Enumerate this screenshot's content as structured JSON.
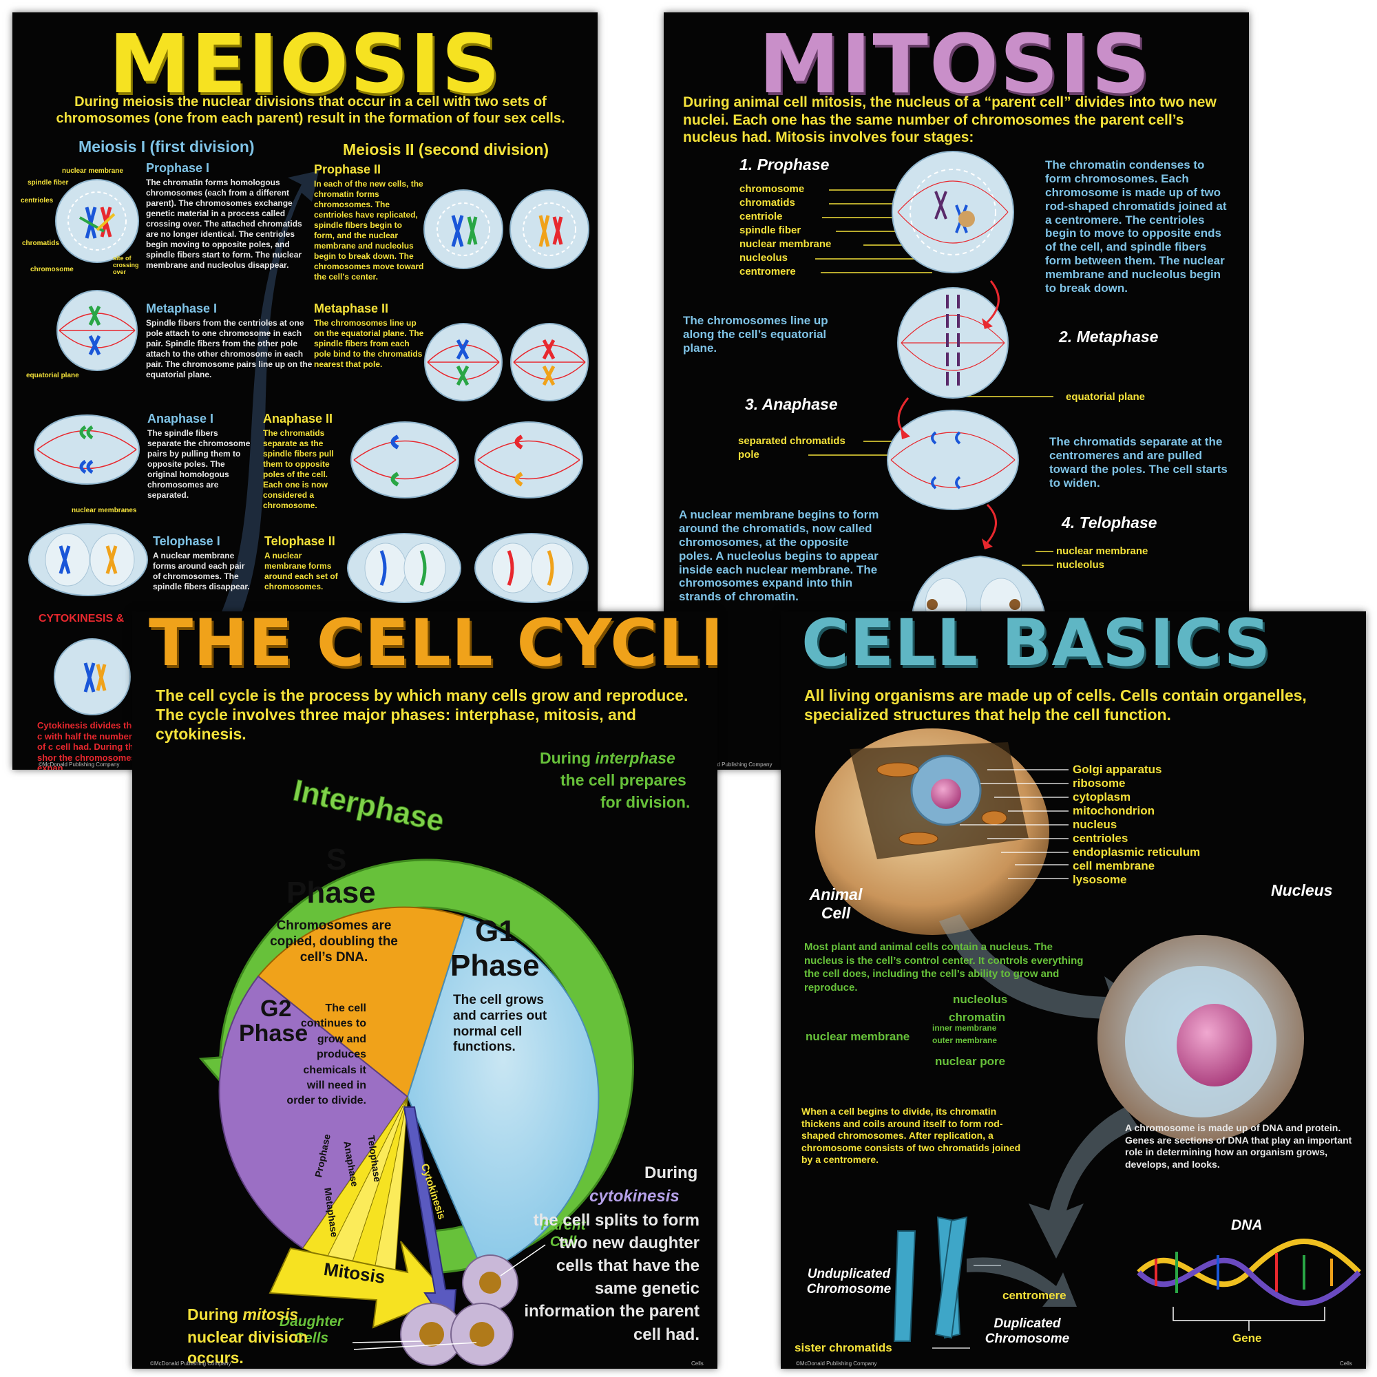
{
  "meiosis": {
    "title": "MEIOSIS",
    "intro": "During meiosis the nuclear divisions that occur in a cell with two sets of chromosomes (one from each parent) result in the formation of four sex cells.",
    "meiosis1_heading": "Meiosis I (first division)",
    "meiosis2_heading": "Meiosis II (second division)",
    "labels": {
      "nuclear_membrane": "nuclear membrane",
      "spindle_fiber": "spindle fiber",
      "centrioles": "centrioles",
      "chromatids": "chromatids",
      "chromosome": "chromosome",
      "site": "site of crossing over",
      "equatorial_plane": "equatorial plane",
      "nuclear_membranes": "nuclear membranes"
    },
    "stages": {
      "prophase1": {
        "name": "Prophase I",
        "text": "The chromatin forms homologous chromosomes (each from a different parent). The chromosomes exchange genetic material in a process called crossing over. The attached chromatids are no longer identical. The centrioles begin moving to opposite poles, and spindle fibers start to form. The nuclear membrane and nucleolus disappear."
      },
      "prophase2": {
        "name": "Prophase II",
        "text": "In each of the new cells, the chromatin forms chromosomes. The centrioles have replicated, spindle fibers begin to form, and the nuclear membrane and nucleolus begin to break down. The chromosomes move toward the cell's center."
      },
      "metaphase1": {
        "name": "Metaphase I",
        "text": "Spindle fibers from the centrioles at one pole attach to one chromosome in each pair. Spindle fibers from the other pole attach to the other chromosome in each pair. The chromosome pairs line up on the equatorial plane."
      },
      "metaphase2": {
        "name": "Metaphase II",
        "text": "The chromosomes line up on the equatorial plane. The spindle fibers from each pole bind to the chromatids nearest that pole."
      },
      "anaphase1": {
        "name": "Anaphase I",
        "text": "The spindle fibers separate the chromosome pairs by pulling them to opposite poles. The original homologous chromosomes are separated."
      },
      "anaphase2": {
        "name": "Anaphase II",
        "text": "The chromatids separate as the spindle fibers pull them to opposite poles of the cell. Each one is now considered a chromosome."
      },
      "telophase1": {
        "name": "Telophase I",
        "text": "A nuclear membrane forms around each pair of chromosomes. The spindle fibers disappear."
      },
      "telophase2": {
        "name": "Telophase II",
        "text": "A nuclear membrane forms around each set of chromosomes."
      }
    },
    "cytokinesis_heading": "CYTOKINESIS &",
    "cytokinesis_text": "Cytokinesis divides the c with half the number of c cell had. During the shor the chromosomes expan",
    "footer": "©McDonald Publishing Company"
  },
  "mitosis": {
    "title": "MITOSIS",
    "intro": "During animal cell mitosis, the nucleus of a “parent cell” divides into two new nuclei. Each one has the same number of chromosomes the parent cell’s nucleus had. Mitosis involves four stages:",
    "prophase": {
      "name": "1. Prophase",
      "labels": [
        "chromosome",
        "chromatids",
        "centriole",
        "spindle fiber",
        "nuclear membrane",
        "nucleolus",
        "centromere"
      ],
      "text": "The chromatin condenses to form chromosomes. Each chromosome is made up of two rod-shaped chromatids joined at a centromere. The centrioles begin to move to opposite ends of the cell, and spindle fibers form between them. The nuclear membrane and nucleolus begin to break down."
    },
    "metaphase": {
      "name": "2. Metaphase",
      "text": "The chromosomes line up along the cell’s equatorial plane.",
      "label": "equatorial plane"
    },
    "anaphase": {
      "name": "3. Anaphase",
      "labels": [
        "separated chromatids",
        "pole"
      ],
      "text": "The chromatids separate at the centromeres and are pulled toward the poles. The cell starts to widen."
    },
    "telophase": {
      "name": "4. Telophase",
      "labels": [
        "nuclear membrane",
        "nucleolus"
      ],
      "text": "A nuclear membrane begins to form around the chromatids, now called chromosomes, at the opposite poles. A nucleolus begins to appear inside each nuclear membrane. The chromosomes expand into thin strands of chromatin."
    },
    "footer": "©McDonald Publishing Company"
  },
  "cellcycle": {
    "title": "THE CELL CYCLE",
    "intro": "The cell cycle is the process by which many cells grow and reproduce. The cycle involves three major phases: interphase, mitosis, and cytokinesis.",
    "interphase_note_a": "During",
    "interphase_note_b": "interphase",
    "interphase_note_c": "the cell prepares",
    "interphase_note_d": "for division.",
    "ring_label": "Interphase",
    "s_phase_title_1": "S",
    "s_phase_title_2": "Phase",
    "s_phase_text": "Chromosomes are copied, doubling the cell’s DNA.",
    "g1_phase_title_1": "G1",
    "g1_phase_title_2": "Phase",
    "g1_phase_text": "The cell grows and carries out normal cell functions.",
    "g2_phase_title_1": "G2",
    "g2_phase_title_2": "Phase",
    "g2_phase_text": "The cell continues to grow and produces chemicals it will need in order to divide.",
    "wedges": [
      "Prophase",
      "Metaphase",
      "Anaphase",
      "Telophase"
    ],
    "mitosis_label": "Mitosis",
    "cytokinesis_label": "Cytokinesis",
    "parent_cell": "Parent Cell",
    "daughter_cells": "Daughter Cells",
    "mitosis_note_a": "During",
    "mitosis_note_b": "mitosis",
    "mitosis_note_c": "nuclear division occurs.",
    "cyto_note_a": "During",
    "cyto_note_b": "cytokinesis",
    "cyto_note_c": "the cell splits to form two new daughter cells that have the same genetic information the parent cell had.",
    "footer_left": "©McDonald Publishing Company",
    "footer_right": "Cells"
  },
  "cellbasics": {
    "title": "CELL BASICS",
    "intro": "All living organisms are made up of cells. Cells contain organelles, specialized structures that help the cell function.",
    "organelles": [
      "Golgi apparatus",
      "ribosome",
      "cytoplasm",
      "mitochondrion",
      "nucleus",
      "centrioles",
      "endoplasmic reticulum",
      "cell membrane",
      "lysosome"
    ],
    "animal_cell": "Animal Cell",
    "nucleus_heading": "Nucleus",
    "nucleus_text": "Most plant and animal cells contain a nucleus. The nucleus is the cell’s control center. It controls everything the cell does, including the cell’s ability to grow and reproduce.",
    "nucleus_labels": {
      "nucleolus": "nucleolus",
      "chromatin": "chromatin",
      "nuclear_membrane": "nuclear membrane",
      "inner": "inner membrane",
      "outer": "outer membrane",
      "pore": "nuclear pore"
    },
    "chromatin_text": "When a cell begins to divide, its chromatin thickens and coils around itself to form rod-shaped chromosomes. After replication, a chromosome consists of two chromatids joined by a centromere.",
    "dna_text": "A chromosome is made up of DNA and protein. Genes are sections of DNA that play an important role in determining how an organism grows, develops, and looks.",
    "dna_label": "DNA",
    "unduplicated": "Unduplicated Chromosome",
    "duplicated": "Duplicated Chromosome",
    "centromere": "centromere",
    "sister": "sister chromatids",
    "gene": "Gene",
    "footer_left": "©McDonald Publishing Company",
    "footer_right": "Cells"
  },
  "colors": {
    "meiosis": "#f6e221",
    "mitosis": "#c98fc9",
    "cellcycle": "#f0a21a",
    "cellbasics": "#5fb6c4",
    "yellow": "#f4e23a",
    "green": "#67c13a",
    "blue": "#7fc3e6"
  }
}
